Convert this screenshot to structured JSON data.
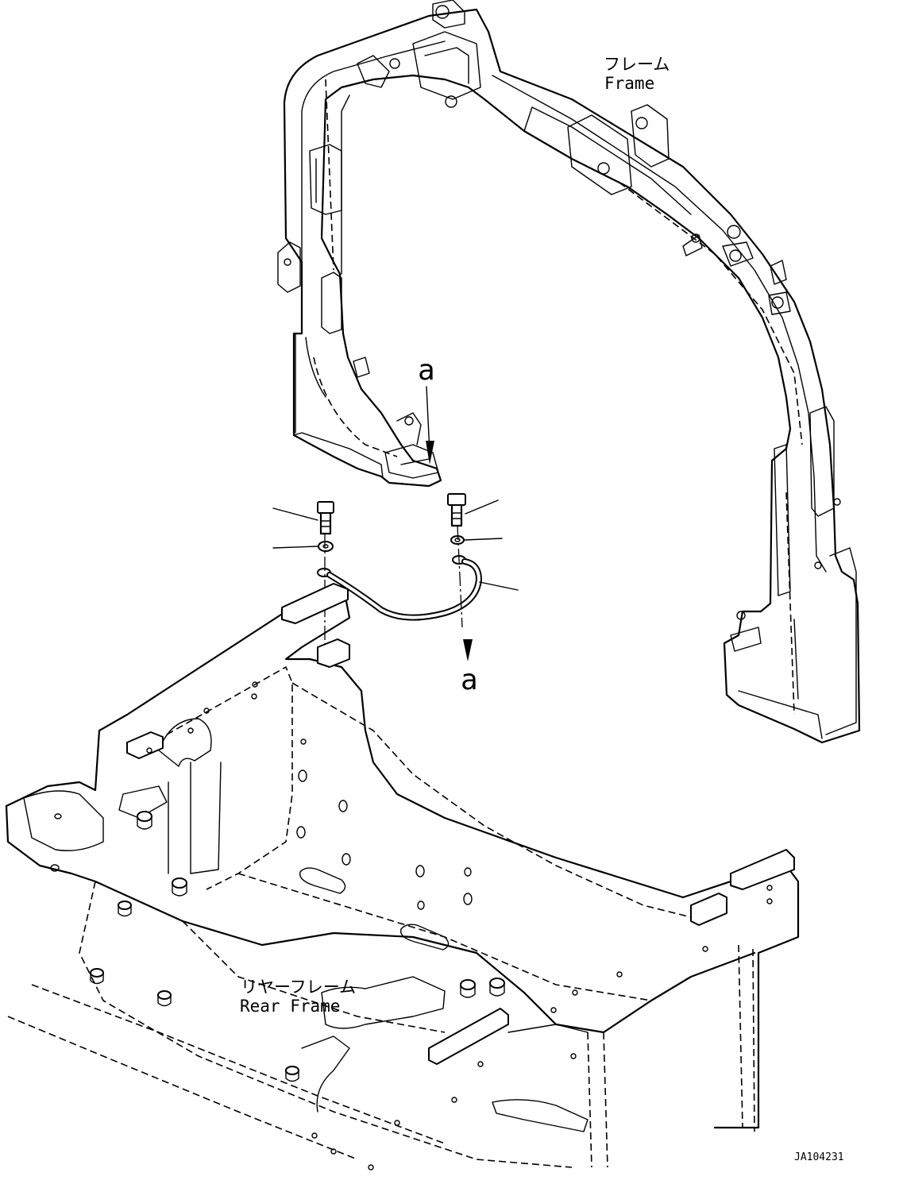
{
  "labels": {
    "frame_jp": "フレーム",
    "frame_en": "Frame",
    "rear_frame_jp": "リヤーフレーム",
    "rear_frame_en": "Rear Frame",
    "callout_top": "a",
    "callout_bottom": "a",
    "drawing_code": "JA104231"
  }
}
